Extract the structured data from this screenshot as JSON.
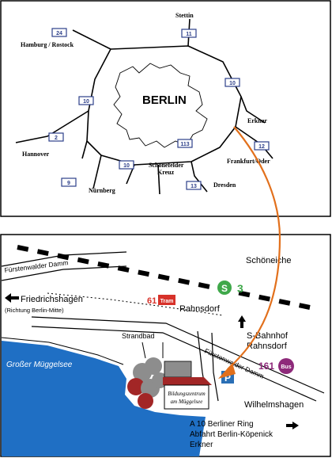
{
  "top_map": {
    "center_label": "BERLIN",
    "cities": {
      "stettin": "Stettin",
      "hamburg": "Hamburg / Rostock",
      "hannover": "Hannover",
      "nuernberg": "Nürnberg",
      "erkner": "Erkner",
      "frankfurt": "Frankfurt/Oder",
      "schoenefeld": "Schönefelder",
      "kreuz": "Kreuz",
      "dresden": "Dresden"
    },
    "highways": {
      "a24": "24",
      "a11": "11",
      "a10_east": "10",
      "a10_west": "10",
      "a2": "2",
      "a9": "9",
      "a12": "12",
      "a113": "113",
      "a10_south": "10",
      "a13": "13"
    }
  },
  "colors": {
    "route": "#e2701c",
    "shield": "#2d3f8a",
    "tram": "#d7322a",
    "sbahn": "#3fa84a",
    "bus": "#8e2a7a",
    "parking": "#2a6fb5",
    "lake": "#1f6fc4",
    "building": "#a22626",
    "trees": "#8d8d8d"
  },
  "bottom_map": {
    "road_fuerstenwalder_top": "Fürstenwalder Damm",
    "road_fuerstenwalder_diag": "Fürstenwalder Damm",
    "friedrichshagen": "Friedrichshagen",
    "richtung": "(Richtung Berlin-Mitte)",
    "schoeneiche": "Schöneiche",
    "sbahn_symbol": "S",
    "sbahn_line": "3",
    "tram_number": "61",
    "tram_label": "Tram",
    "rahnsdorf": "Rahnsdorf",
    "strandbad": "Strandbad",
    "sbahnhof_line1": "S-Bahnhof",
    "sbahnhof_line2": "Rahnsdorf",
    "lake_name": "Großer Müggelsee",
    "bus_number": "161",
    "bus_label": "Bus",
    "parking_symbol": "P",
    "wilhelmshagen": "Wilhelmshagen",
    "venue_line1": "Bildungszentrum",
    "venue_line2": "am Müggelsee",
    "highway_line1": "A 10 Berliner Ring",
    "highway_line2": "Abfahrt Berlin-Köpenick",
    "highway_line3": "Erkner"
  }
}
